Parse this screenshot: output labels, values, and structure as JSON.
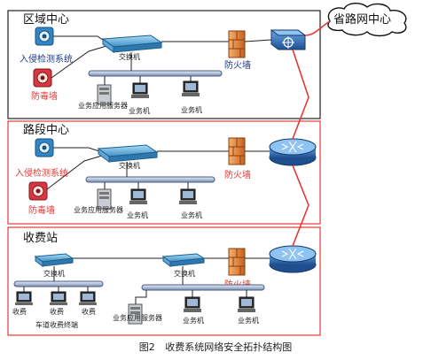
{
  "cloud": {
    "label": "省路网中心"
  },
  "zones": [
    {
      "title": "区域中心",
      "ids_label": "入侵检测系统",
      "av_label": "防毒墙",
      "switch_label": "交换机",
      "firewall_label": "防火墙",
      "server_label": "业务应用服务器",
      "ws_labels": [
        "业务机",
        "业务机"
      ]
    },
    {
      "title": "路段中心",
      "ids_label": "入侵检测系统",
      "av_label": "防毒墙",
      "switch_label": "交换机",
      "firewall_label": "防火墙",
      "server_label": "业务应用服务器",
      "ws_labels": [
        "业务机",
        "业务机"
      ]
    },
    {
      "title": "收费站",
      "switch_left_label": "交换机",
      "switch_mid_label": "交换机",
      "firewall_label": "防火墙",
      "toll_labels": [
        "收费",
        "收费",
        "收费"
      ],
      "toll_group_label": "车道收费终端",
      "server_label": "业务应用服务器",
      "ws_labels": [
        "业务机",
        "业务机"
      ]
    }
  ],
  "caption": {
    "fig": "图2",
    "text": "收费系统网络安全拓扑结构图"
  },
  "colors": {
    "zone1_border": "#222222",
    "zone_red_border": "#e53935",
    "link_red": "#e53935",
    "switch_blue": "#4fa3d8",
    "router_blue": "#2f6fb3",
    "firewall": "#e0893a"
  }
}
